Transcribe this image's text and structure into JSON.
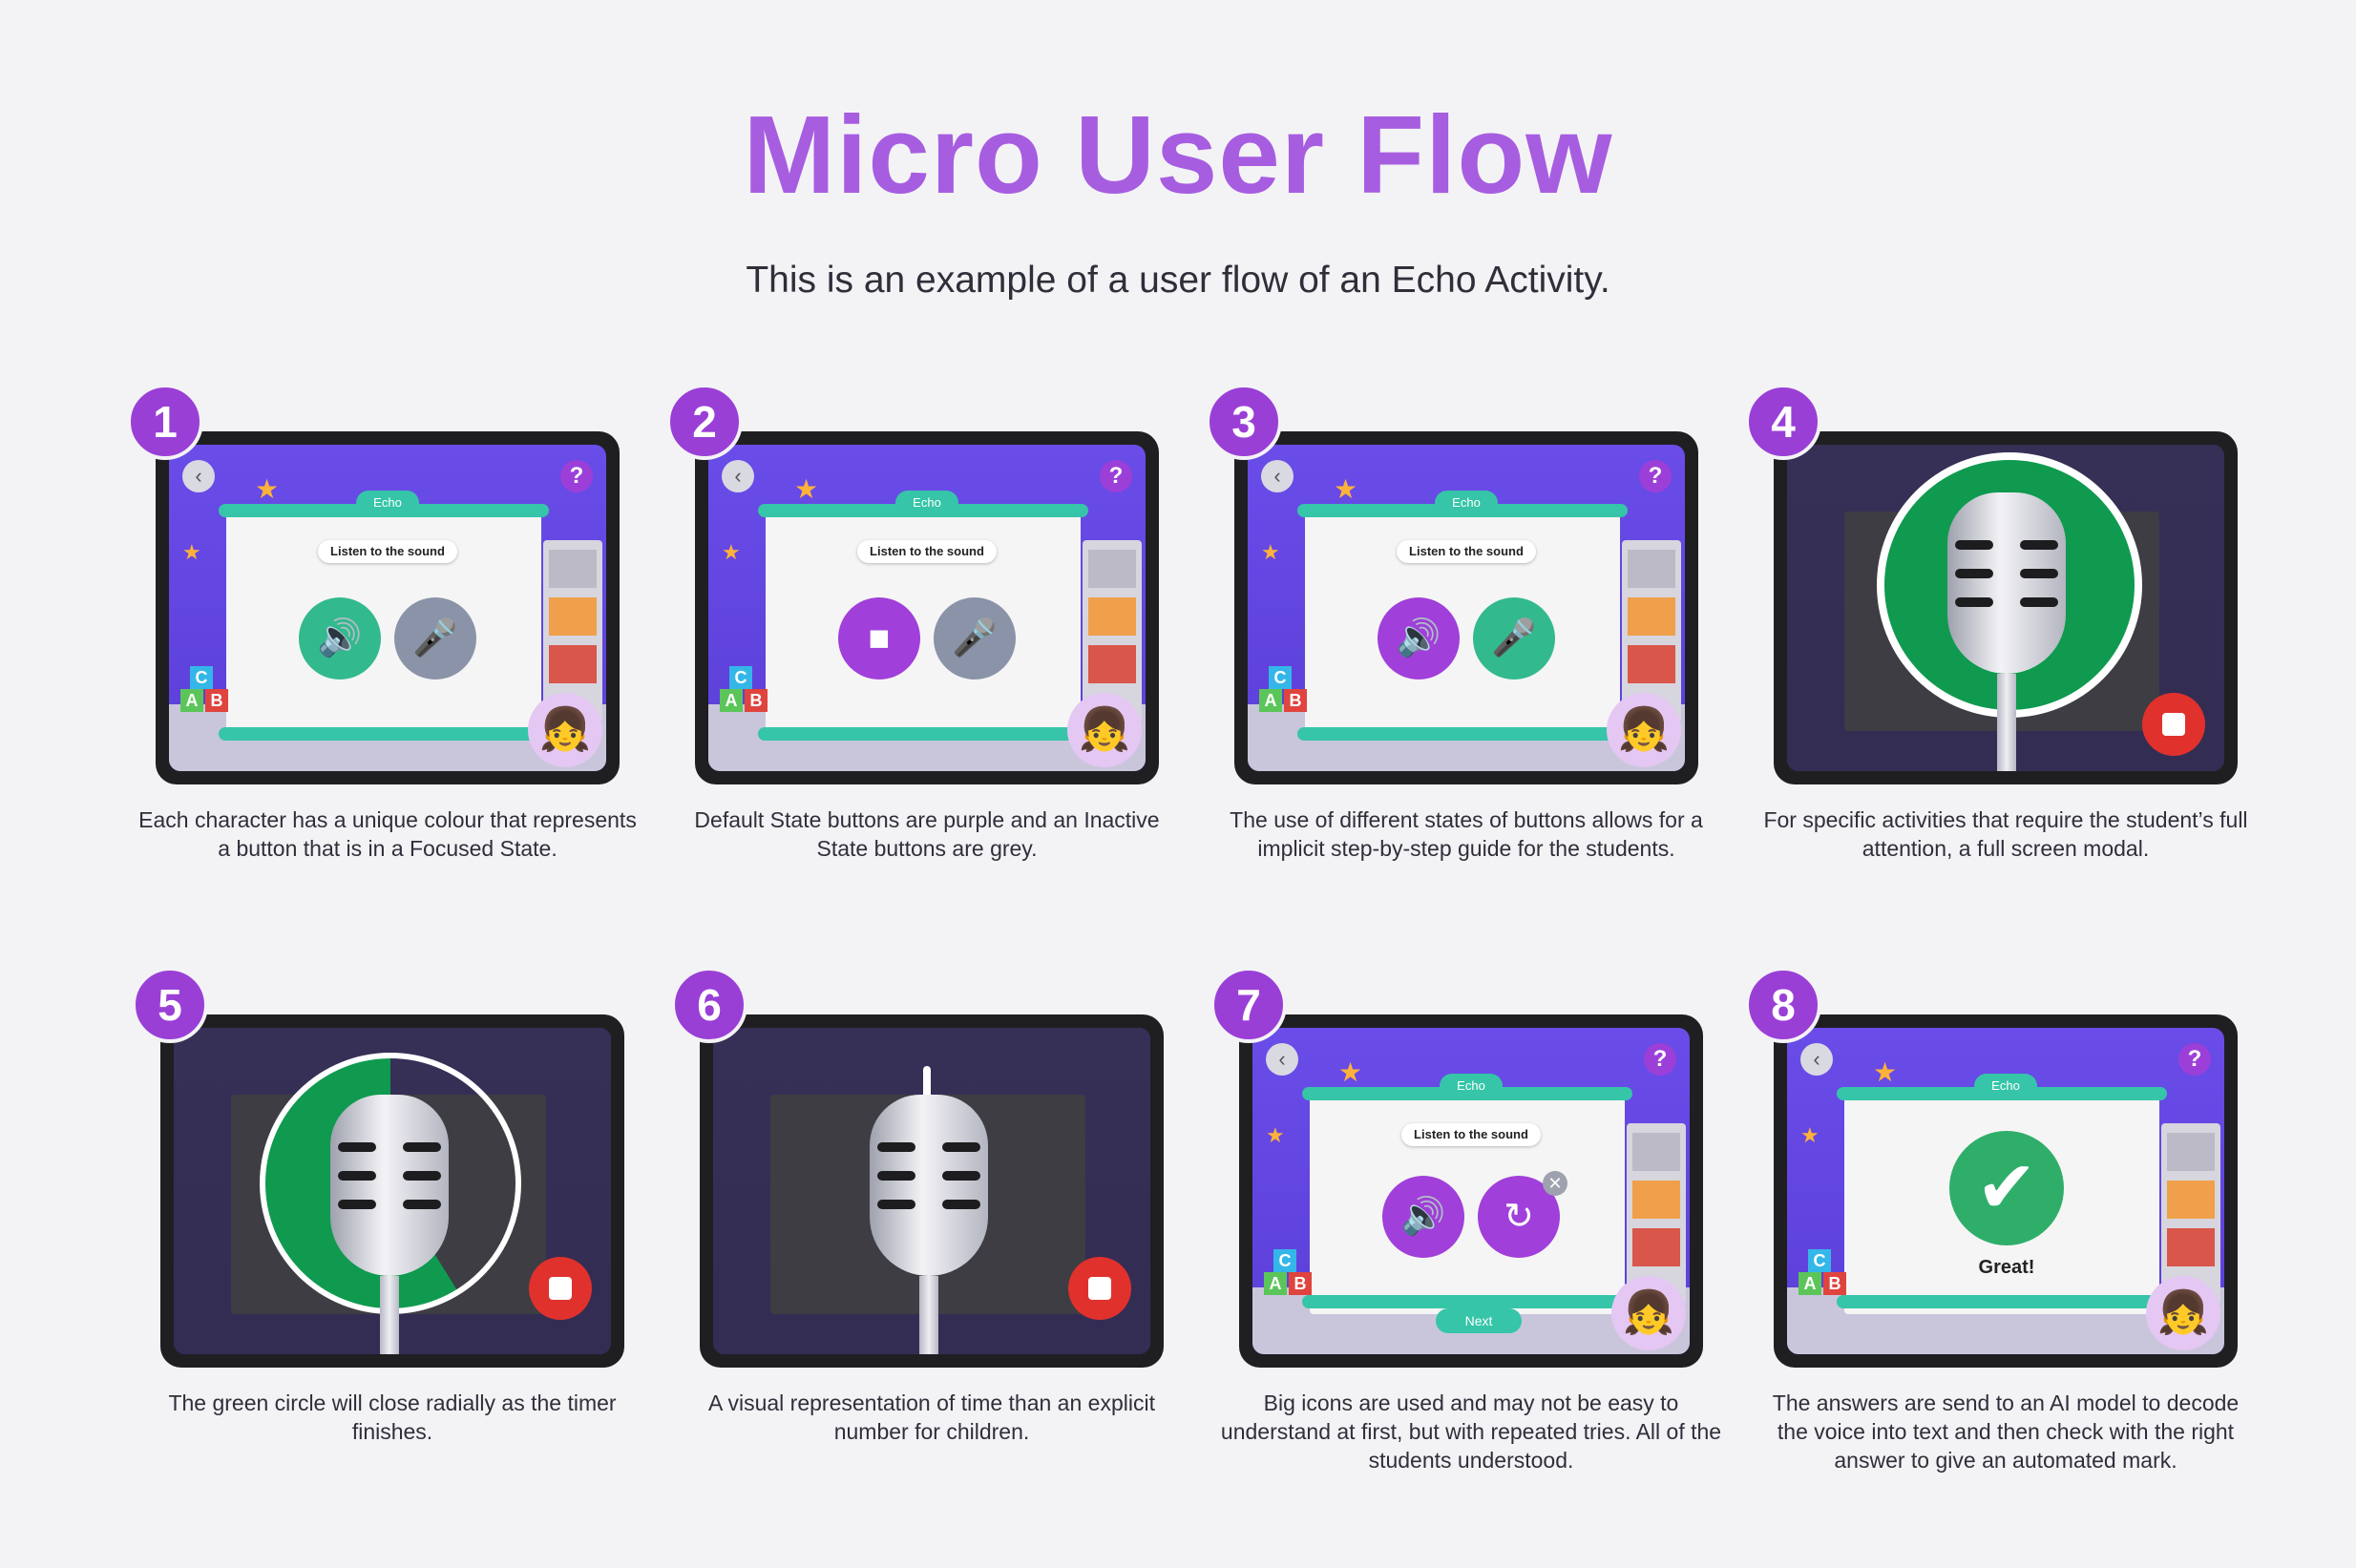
{
  "page": {
    "title": "Micro User Flow",
    "subtitle": "This is an example of a user flow of an Echo Activity."
  },
  "screen_common": {
    "activity_tag": "Echo",
    "instruction": "Listen to the sound",
    "help_label": "?",
    "back_label": "‹",
    "block_letters": [
      "C",
      "A",
      "B"
    ]
  },
  "steps": [
    {
      "number": "1",
      "caption": "Each character has a unique colour that represents a button that is in a Focused State."
    },
    {
      "number": "2",
      "caption": "Default State buttons are purple and an Inactive State buttons are grey."
    },
    {
      "number": "3",
      "caption": "The use of different states of buttons allows for a implicit step-by-step guide for the students."
    },
    {
      "number": "4",
      "caption": "For specific activities that require the student’s full attention, a full screen modal."
    },
    {
      "number": "5",
      "caption": "The green circle will close radially as the timer finishes."
    },
    {
      "number": "6",
      "caption": "A visual representation of time than an explicit number for children."
    },
    {
      "number": "7",
      "caption": "Big icons are used and may not be easy to understand at first, but with repeated tries. All of the students understood.",
      "next_label": "Next"
    },
    {
      "number": "8",
      "caption": "The answers are send to an AI model to decode the voice into text and then check with the right answer to give an automated mark.",
      "result_label": "Great!"
    }
  ],
  "colors": {
    "title_purple": "#a75de0",
    "badge_purple": "#9a3fd6",
    "focused_green": "#33b98e",
    "inactive_grey": "#8a93a8",
    "default_purple": "#a03fd9",
    "record_red": "#e0312d",
    "timer_green": "#0f9a4f"
  },
  "icons": [
    "speaker-icon",
    "microphone-icon",
    "stop-icon",
    "replay-icon",
    "checkmark-icon",
    "back-arrow-icon",
    "help-icon",
    "star-icon"
  ]
}
